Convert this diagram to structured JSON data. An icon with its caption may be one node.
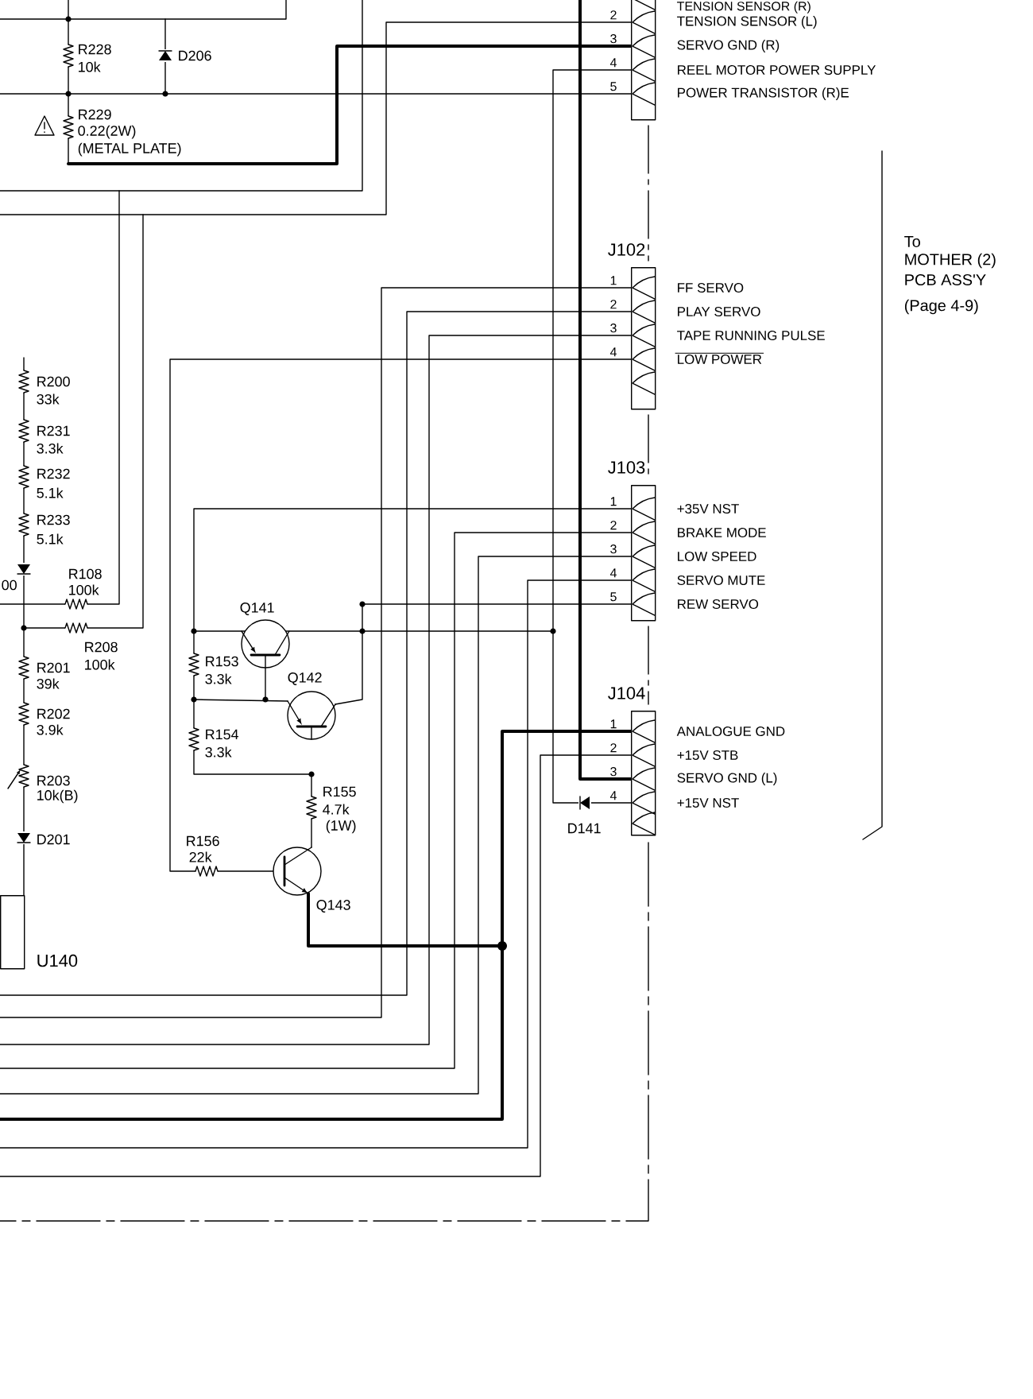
{
  "diagram": {
    "nodes": [
      {
        "text": [],
        "shape": "box"
      },
      {
        "text": [
          "J102"
        ]
      },
      {
        "text": [
          "J103"
        ]
      },
      {
        "text": [
          "J104"
        ]
      },
      {
        "text": [
          "U140"
        ]
      }
    ],
    "labels": [
      "TENSION SENSOR (R)",
      "2",
      "TENSION SENSOR (L)",
      "3",
      "SERVO GND (R)",
      "4",
      "REEL MOTOR POWER SUPPLY",
      "5",
      "POWER TRANSISTOR (R)E",
      "R228",
      "10k",
      "D206",
      "R229",
      "0.22(2W)",
      "(METAL PLATE)",
      "To",
      "MOTHER (2)",
      "PCB ASS'Y",
      "(Page 4-9)",
      "1",
      "FF SERVO",
      "2",
      "PLAY SERVO",
      "3",
      "TAPE RUNNING PULSE",
      "4",
      "LOW POWER",
      "R200",
      "33k",
      "R231",
      "3.3k",
      "R232",
      "5.1k",
      "R233",
      "5.1k",
      "00",
      "R108",
      "100k",
      "R208",
      "100k",
      "R201",
      "39k",
      "R202",
      "3.9k",
      "R203",
      "10k(B)",
      "D201",
      "1",
      "+35V NST",
      "2",
      "BRAKE MODE",
      "3",
      "LOW SPEED",
      "4",
      "SERVO MUTE",
      "5",
      "REW SERVO",
      "Q141",
      "R153",
      "3.3k",
      "Q142",
      "R154",
      "3.3k",
      "R155",
      "4.7k",
      "(1W)",
      "R156",
      "22k",
      "Q143",
      "1",
      "ANALOGUE GND",
      "2",
      "+15V STB",
      "3",
      "SERVO GND (L)",
      "4",
      "+15V NST",
      "D141"
    ]
  }
}
